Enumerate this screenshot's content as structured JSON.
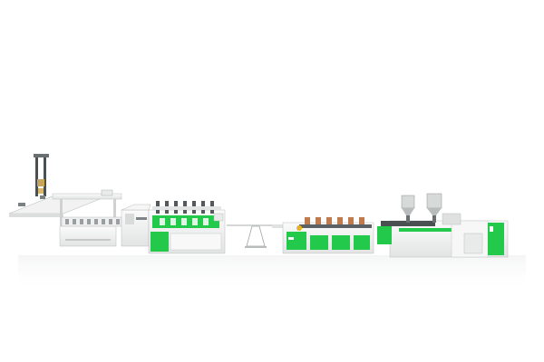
{
  "scene": {
    "subject": "extrusion-production-line",
    "background_color": "#ffffff",
    "colors": {
      "machine_body": "#f3f4f3",
      "machine_edge": "#b9bcbc",
      "accent_green": "#22c94a",
      "dark_steel": "#4a4f52",
      "copper": "#c07a4c",
      "yellow": "#e6b422"
    },
    "sections": [
      {
        "name": "stacker-with-gantry",
        "icon": "gantry-stacker"
      },
      {
        "name": "roller-conveyor",
        "icon": "roller-table"
      },
      {
        "name": "cutter-station",
        "icon": "cutter"
      },
      {
        "name": "haul-off-unit",
        "icon": "haul-off"
      },
      {
        "name": "support-rollers",
        "icon": "support-stand"
      },
      {
        "name": "calibration-tank",
        "icon": "calibrator"
      },
      {
        "name": "twin-screw-extruder",
        "icon": "extruder-hoppers"
      }
    ]
  }
}
